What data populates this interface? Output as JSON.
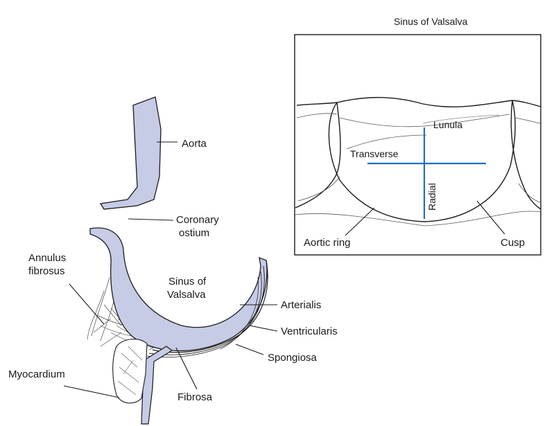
{
  "colors": {
    "tissue_fill": "#c6cbe6",
    "tissue_stroke": "#1a1a1a",
    "axis_line": "#1f6fb6",
    "fibrous_hatching": "#4a4a4a"
  },
  "inset": {
    "title": "Sinus of Valsalva",
    "labels": {
      "lunula": "Lunula",
      "transverse": "Transverse",
      "radial": "Radial",
      "aortic_ring": "Aortic ring",
      "cusp": "Cusp"
    }
  },
  "cross_section": {
    "labels": {
      "aorta": "Aorta",
      "coronary_ostium_line1": "Coronary",
      "coronary_ostium_line2": "ostium",
      "annulus_line1": "Annulus",
      "annulus_line2": "fibrosus",
      "sinus_line1": "Sinus of",
      "sinus_line2": "Valsalva",
      "arterialis": "Arterialis",
      "ventricularis": "Ventricularis",
      "spongiosa": "Spongiosa",
      "myocardium": "Myocardium",
      "fibrosa": "Fibrosa"
    }
  }
}
